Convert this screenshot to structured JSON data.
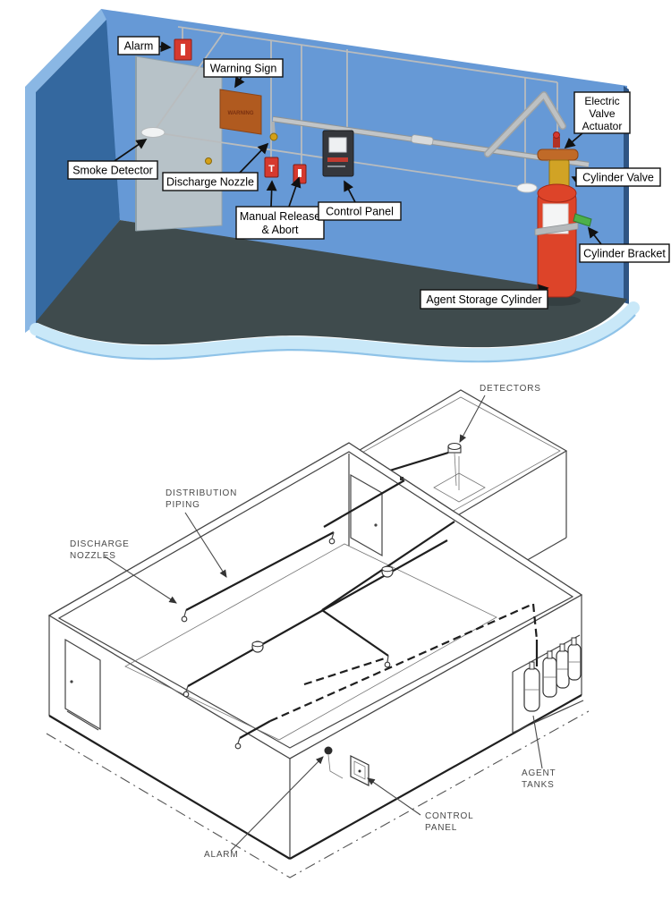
{
  "colors": {
    "wall_blue": "#6699d6",
    "wall_blue_dark": "#34689f",
    "wall_edge_light": "#8ab7e4",
    "wall_corner_dark": "#2f5584",
    "floor_dark": "#3f4b4d",
    "wave_light": "#c9e8f8",
    "wave_mid": "#8fc3e8",
    "door_gray": "#b7c2c8",
    "pipe_gray": "#b9bcbe",
    "alarm_red": "#d6392e",
    "sign_orange": "#b05a1f",
    "nozzle_gold": "#d4a017",
    "valve_gold": "#d1a325",
    "cylinder_red": "#dd4429",
    "bracket_green": "#4db04a",
    "panel_dark": "#35373c",
    "line_ink": "#4a4a4a"
  },
  "top_diagram": {
    "labels": {
      "alarm": "Alarm",
      "warning_sign": "Warning Sign",
      "smoke_detector": "Smoke Detector",
      "discharge_nozzle": "Discharge Nozzle",
      "manual_release_line1": "Manual Release",
      "manual_release_line2": "& Abort",
      "control_panel": "Control Panel",
      "electric_valve_line1": "Electric",
      "electric_valve_line2": "Valve",
      "electric_valve_line3": "Actuator",
      "cylinder_valve": "Cylinder Valve",
      "cylinder_bracket": "Cylinder Bracket",
      "agent_storage_cylinder": "Agent Storage Cylinder"
    },
    "warning_sign_text": "WARNING",
    "manual_station_letter": "T"
  },
  "bottom_diagram": {
    "labels": {
      "detectors": "DETECTORS",
      "distribution_piping_line1": "DISTRIBUTION",
      "distribution_piping_line2": "PIPING",
      "discharge_nozzles_line1": "DISCHARGE",
      "discharge_nozzles_line2": "NOZZLES",
      "agent_tanks_line1": "AGENT",
      "agent_tanks_line2": "TANKS",
      "control_panel_line1": "CONTROL",
      "control_panel_line2": "PANEL",
      "alarm": "ALARM"
    }
  }
}
